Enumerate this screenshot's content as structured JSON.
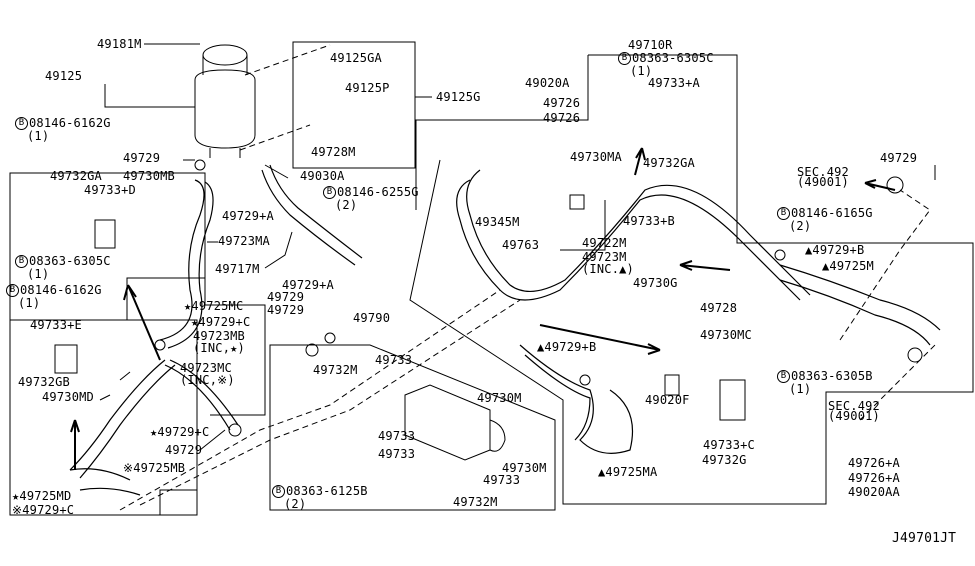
{
  "labels": [
    "49181M",
    "49125",
    "49125GA",
    "49125P",
    "49125G",
    "49728M",
    "49729",
    "49030A",
    "49732GA",
    "49733+D",
    "49730MB",
    "49729+A",
    "49723MA",
    "49717M",
    "49729+A",
    "49729",
    "49729",
    "★49725MC",
    "★49729+C",
    "49733+E",
    "49732GB",
    "49730MD",
    "★49729+C",
    "49729",
    "※49725MB",
    "★49725MD",
    "※49729+C",
    "49790",
    "49733",
    "49732M",
    "49730M",
    "49733",
    "49733",
    "49733",
    "49730M",
    "49732M",
    "49020A",
    "49726",
    "49726",
    "49730MA",
    "49345M",
    "49763",
    "49722M",
    "49710R",
    "49733+A",
    "49732GA",
    "49729",
    "49733+B",
    "49730G",
    "▲49729+B",
    "▲49725M",
    "49728",
    "49730MC",
    "▲49729+B",
    "49020F",
    "49733+C",
    "49732G",
    "▲49725MA",
    "49726+A",
    "49726+A",
    "49020AA"
  ],
  "multi": [
    {
      "l1": "49723MB",
      "l2": "(INC,★)"
    },
    {
      "l1": "49723MC",
      "l2": "(INC,※)"
    },
    {
      "l1": "49723M",
      "l2": "(INC.▲)"
    },
    {
      "l1": "SEC.492",
      "l2": "(49001)"
    },
    {
      "l1": "SEC.492",
      "l2": "(49001)"
    }
  ],
  "bolts": [
    {
      "mark": "B",
      "part": "08146-6162G",
      "qty": "(1)"
    },
    {
      "mark": "B",
      "part": "08146-6255G",
      "qty": "(2)"
    },
    {
      "mark": "B",
      "part": "08363-6305C",
      "qty": "(1)"
    },
    {
      "mark": "B",
      "part": "08146-6162G",
      "qty": "(1)"
    },
    {
      "mark": "B",
      "part": "08363-6125B",
      "qty": "(2)"
    },
    {
      "mark": "B",
      "part": "08363-6305C",
      "qty": "(1)"
    },
    {
      "mark": "B",
      "part": "08146-6165G",
      "qty": "(2)"
    },
    {
      "mark": "B",
      "part": "08363-6305B",
      "qty": "(1)"
    }
  ],
  "diagram_id": "J49701JT"
}
